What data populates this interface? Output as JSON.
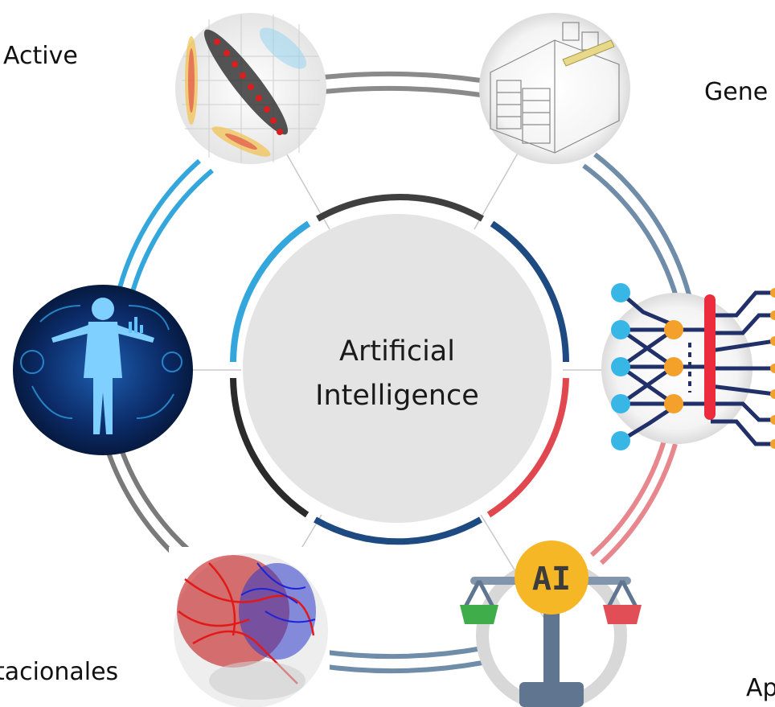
{
  "center": {
    "line1": "Artificial",
    "line2": "Intelligence"
  },
  "labels": {
    "top_left": "Active",
    "top_right": "Gene",
    "bottom_left": "tacionales",
    "bottom_right": "Ap"
  },
  "nodes": [
    {
      "name": "optimization-plot",
      "icon": "contour-scatter-plot"
    },
    {
      "name": "building-model",
      "icon": "building-wireframe"
    },
    {
      "name": "neural-network",
      "icon": "neural-network-graph"
    },
    {
      "name": "ai-balance",
      "icon": "ai-scales",
      "badge": "AI"
    },
    {
      "name": "vascular-model",
      "icon": "blood-vessels-3d"
    },
    {
      "name": "digital-human",
      "icon": "human-body-hologram"
    }
  ],
  "colors": {
    "ring_light_blue": "#33a7dc",
    "ring_gray": "#8a8a8a",
    "ring_steel": "#6f8ca8",
    "ring_red": "#e8868d",
    "ring_navy": "#1d4a80",
    "ring_black": "#2b2b2b",
    "center_fill": "#e4e4e4",
    "neural_navy": "#22306a",
    "neural_cyan": "#38b6e6",
    "neural_orange": "#f3a12b",
    "neural_red": "#ec2c3c",
    "ai_yellow": "#f6b726",
    "scale_green": "#3fae4a",
    "scale_red": "#e24e55"
  }
}
